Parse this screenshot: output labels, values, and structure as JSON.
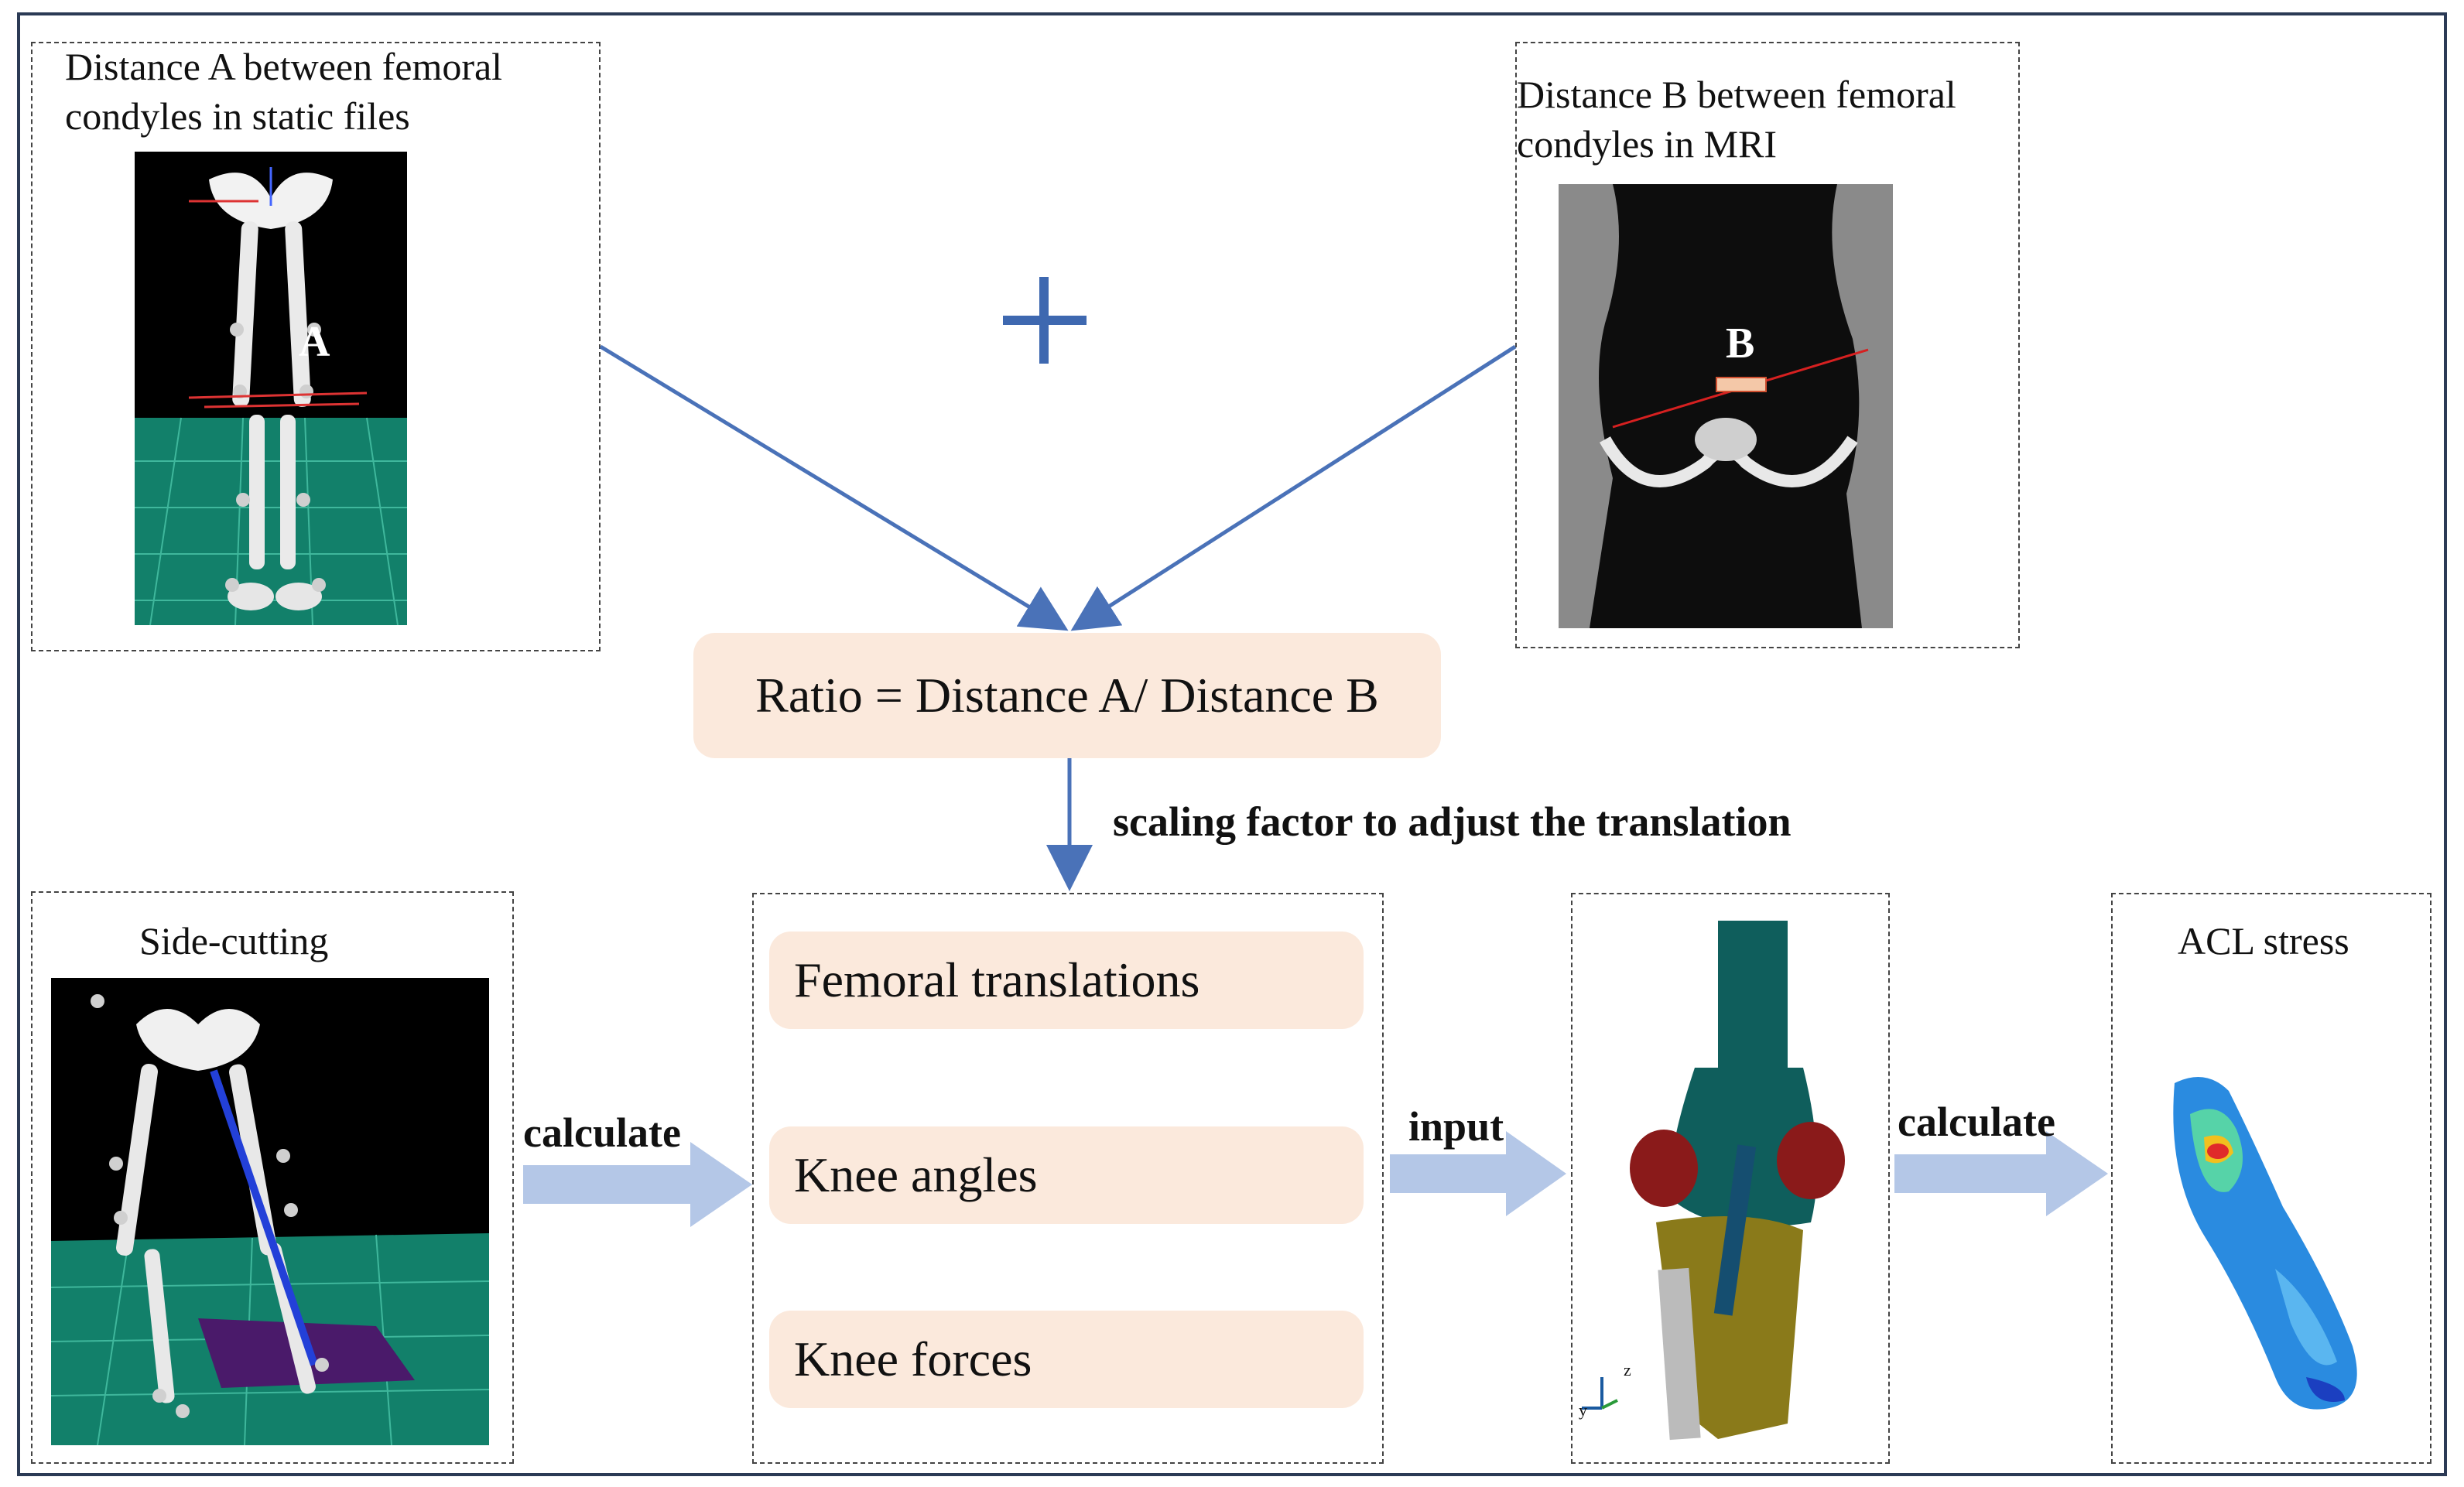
{
  "panels": {
    "static": {
      "caption_line1": "Distance A between femoral",
      "caption_line2": "condyles in static files",
      "marker": "A"
    },
    "mri": {
      "caption_line1": "Distance B between femoral",
      "caption_line2": "condyles in MRI",
      "marker": "B"
    },
    "side_cutting": {
      "caption": "Side-cutting"
    },
    "acl": {
      "caption": "ACL stress"
    }
  },
  "ratio_box": {
    "text": "Ratio = Distance A/ Distance B"
  },
  "scaling_note": "scaling factor to adjust the translation",
  "outputs": [
    "Femoral translations",
    "Knee angles",
    "Knee forces"
  ],
  "arrows": {
    "calc1": "calculate",
    "input": "input",
    "calc2": "calculate"
  },
  "axis_triad": {
    "z": "z",
    "y": "y"
  },
  "colors": {
    "arrow_line": "#4a72b8",
    "block_arrow": "#b4c7e7",
    "pill_fill": "#fbe9dc",
    "frame": "#2b3a55"
  }
}
